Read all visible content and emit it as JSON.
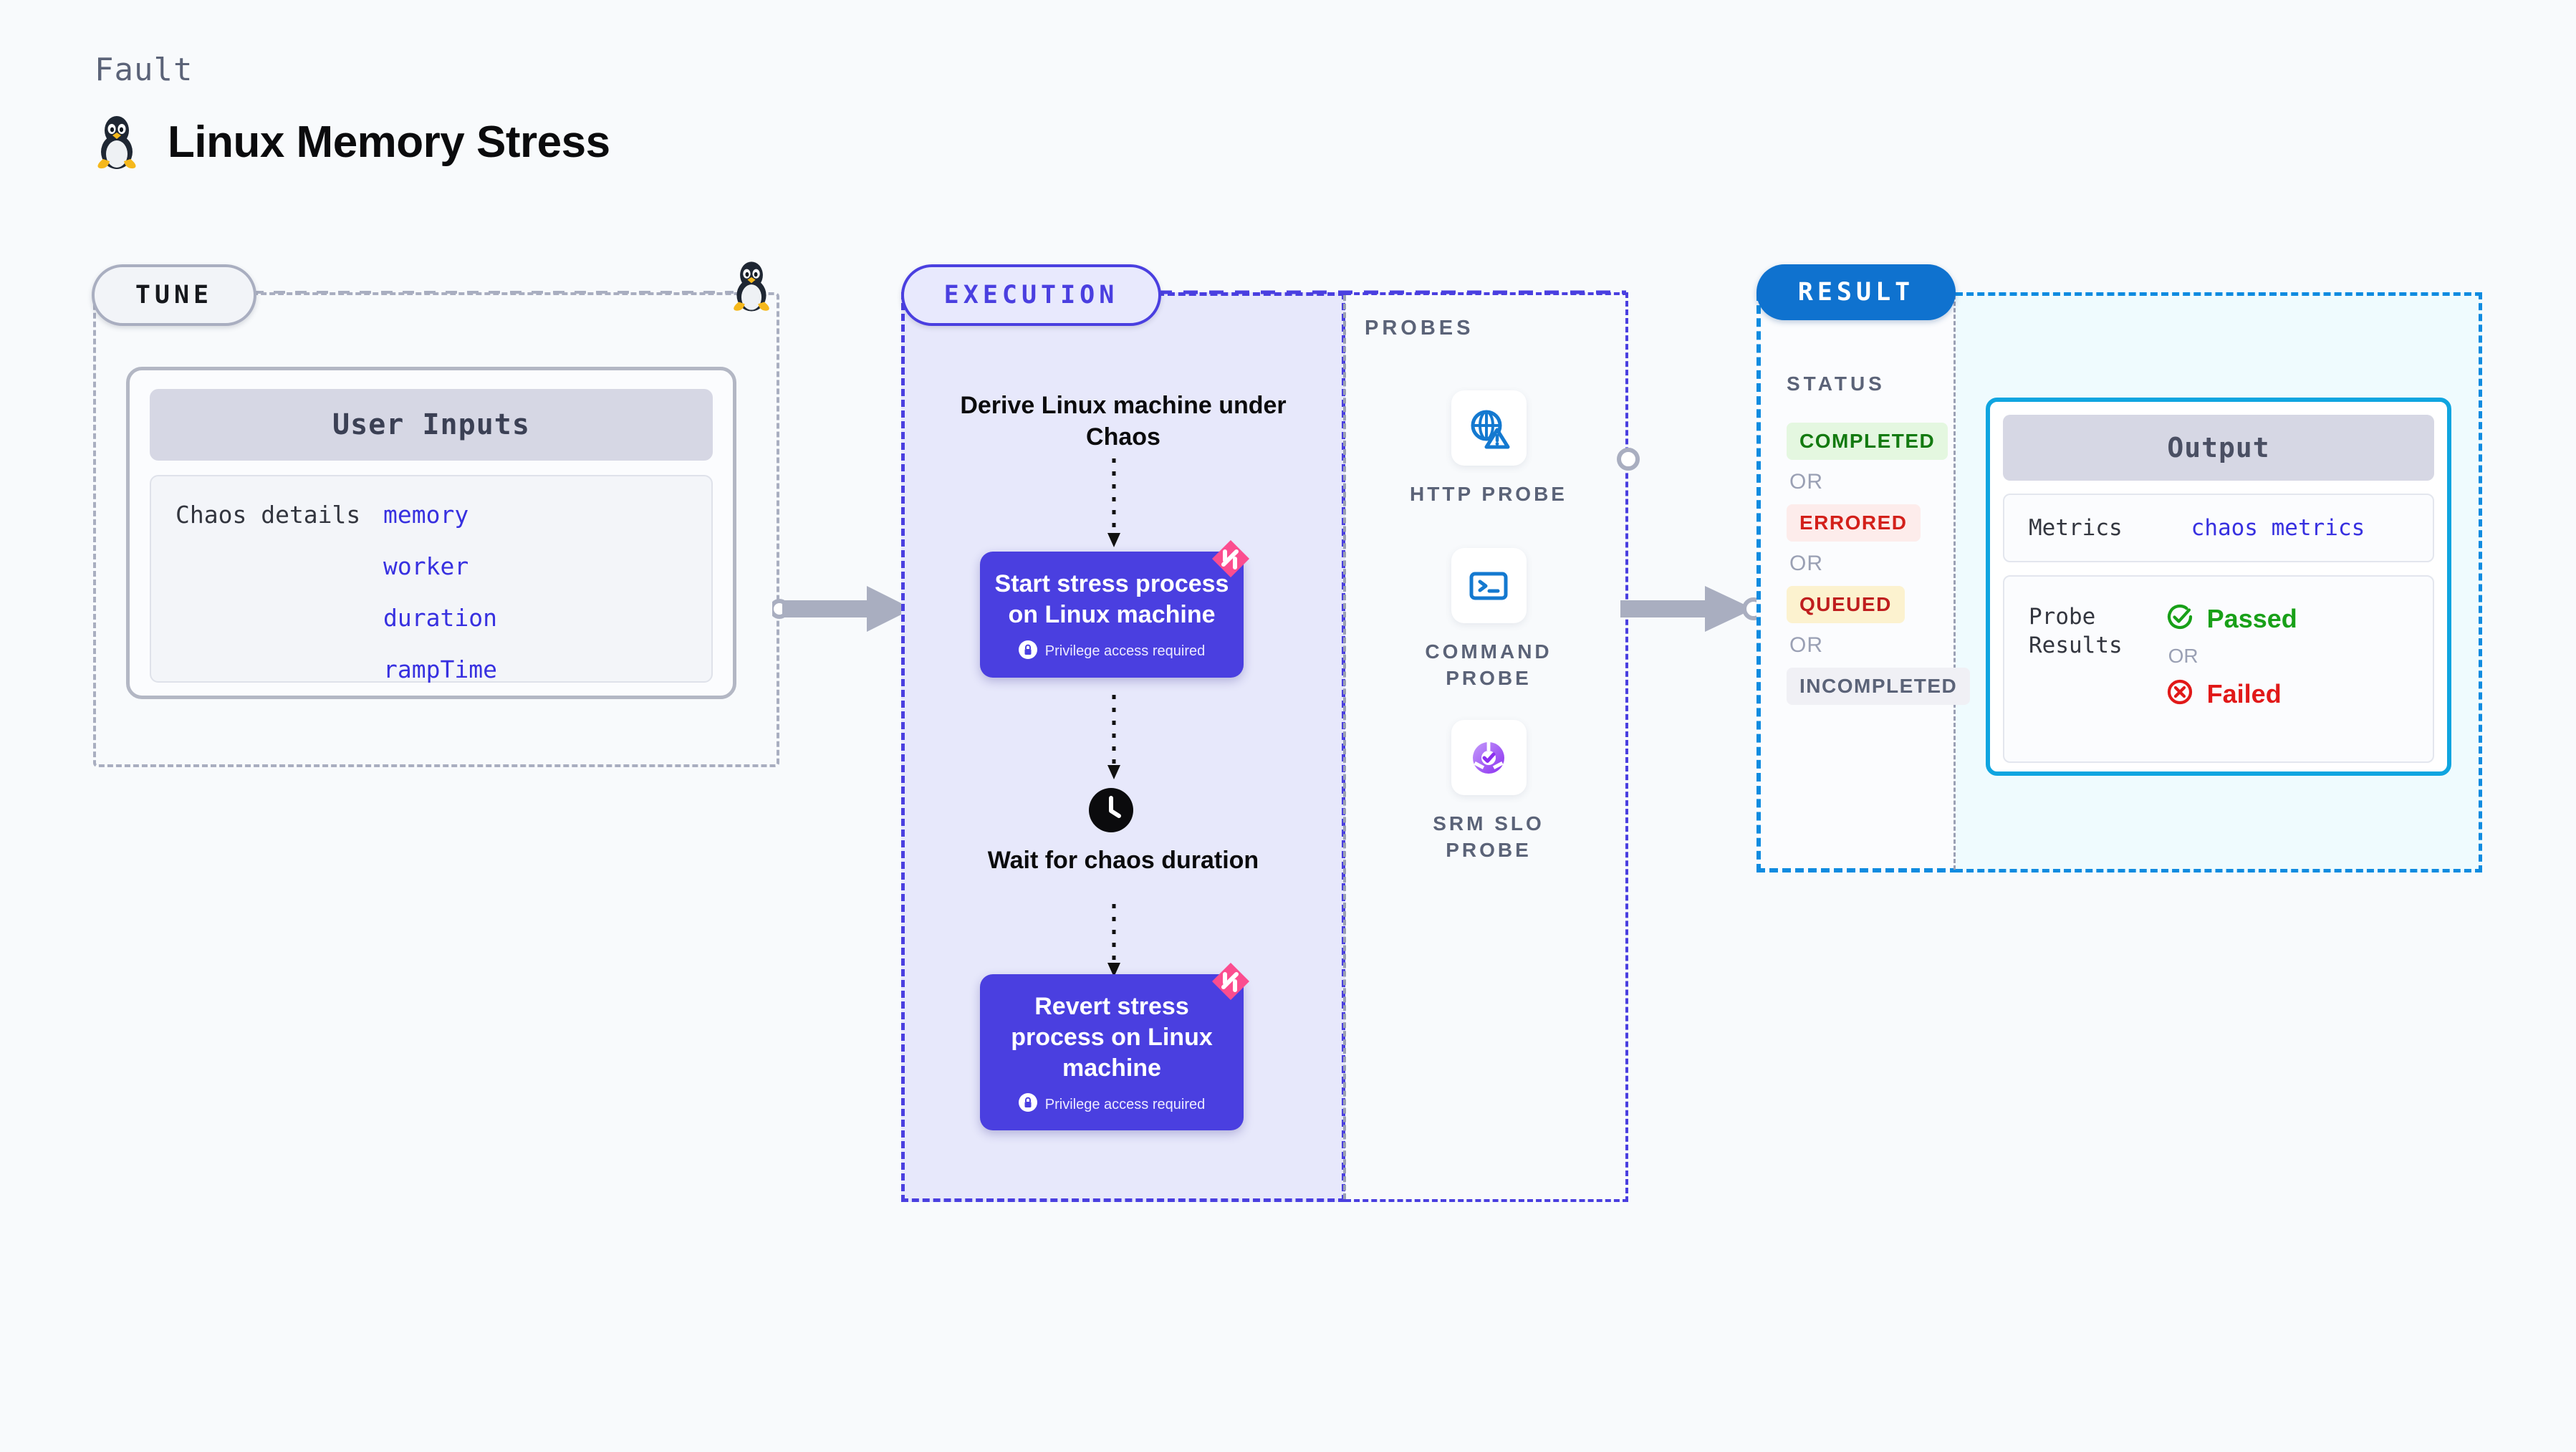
{
  "header": {
    "eyebrow": "Fault",
    "title": "Linux Memory Stress",
    "icon": "linux-penguin-icon"
  },
  "tune": {
    "pill_label": "TUNE",
    "card": {
      "header": "User Inputs",
      "details_label": "Chaos details",
      "params": [
        "memory",
        "worker",
        "duration",
        "rampTime"
      ]
    },
    "side_icon": "linux-penguin-icon"
  },
  "execution": {
    "pill_label": "EXECUTION",
    "steps": [
      {
        "type": "label",
        "text": "Derive Linux machine under Chaos"
      },
      {
        "type": "card",
        "title": "Start stress process on Linux machine",
        "privilege": "Privilege access required",
        "badge": "chaos-badge-icon"
      },
      {
        "type": "wait",
        "icon": "clock-icon",
        "text": "Wait for chaos duration"
      },
      {
        "type": "card",
        "title": "Revert stress process on Linux machine",
        "privilege": "Privilege access required",
        "badge": "chaos-badge-icon"
      }
    ]
  },
  "probes": {
    "title": "PROBES",
    "items": [
      {
        "label": "HTTP PROBE",
        "icon": "globe-warning-icon"
      },
      {
        "label": "COMMAND PROBE",
        "icon": "terminal-icon"
      },
      {
        "label": "SRM SLO PROBE",
        "icon": "slo-donut-check-icon"
      }
    ]
  },
  "result": {
    "pill_label": "RESULT",
    "status_title": "STATUS",
    "or_label": "OR",
    "statuses": [
      {
        "label": "COMPLETED",
        "bg": "#e4f7e0",
        "color": "#137a10"
      },
      {
        "label": "ERRORED",
        "bg": "#fdeceb",
        "color": "#d3201a"
      },
      {
        "label": "QUEUED",
        "bg": "#fcf2cf",
        "color": "#bf1e1e"
      },
      {
        "label": "INCOMPLETED",
        "bg": "#f0f0f5",
        "color": "#5b6378"
      }
    ],
    "output": {
      "header": "Output",
      "metrics_label": "Metrics",
      "metrics_value": "chaos metrics",
      "probe_results_label": "Probe Results",
      "passed_label": "Passed",
      "failed_label": "Failed",
      "or_label": "OR",
      "passed_icon": "check-circle-icon",
      "failed_icon": "x-circle-icon"
    }
  },
  "colors": {
    "accent_indigo": "#4a3fe0",
    "accent_blue": "#0f72cf",
    "accent_cyan": "#0fa5e0",
    "pink_badge": "#fb4d8f",
    "passed_green": "#18a018",
    "failed_red": "#e11919",
    "page_bg": "#f8fafc"
  },
  "connectors": {
    "arrow_icon": "flow-arrow-icon",
    "anchor_icon": "anchor-dot-icon"
  }
}
